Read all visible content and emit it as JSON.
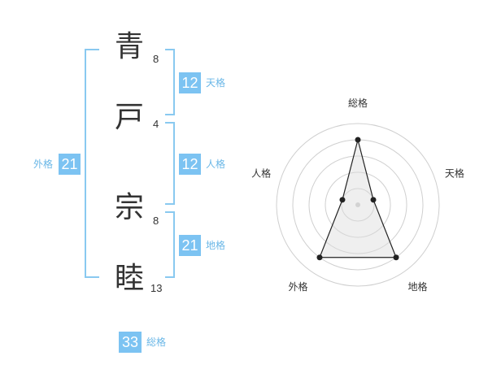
{
  "name": {
    "chars": [
      {
        "char": "青",
        "strokes": "8"
      },
      {
        "char": "戸",
        "strokes": "4"
      },
      {
        "char": "宗",
        "strokes": "8"
      },
      {
        "char": "睦",
        "strokes": "13"
      }
    ]
  },
  "fortune": {
    "tenkaku": {
      "value": "12",
      "label": "天格"
    },
    "jinkaku": {
      "value": "12",
      "label": "人格"
    },
    "chikaku": {
      "value": "21",
      "label": "地格"
    },
    "gaikaku": {
      "value": "21",
      "label": "外格"
    },
    "soukaku": {
      "value": "33",
      "label": "総格"
    }
  },
  "chart_data": {
    "type": "radar",
    "axes": [
      "総格",
      "天格",
      "地格",
      "外格",
      "人格"
    ],
    "values": [
      4,
      1,
      4,
      4,
      1
    ],
    "range": [
      0,
      5
    ],
    "rings": 5
  },
  "colors": {
    "accent": "#7cc3f2",
    "bracket": "#89c9f0",
    "label": "#6ab7e7"
  }
}
